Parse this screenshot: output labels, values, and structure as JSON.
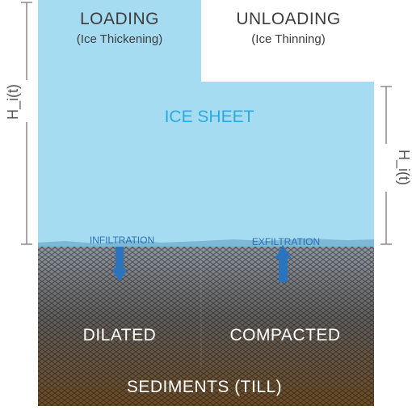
{
  "labels": {
    "loading_title": "LOADING",
    "loading_sub": "(Ice Thickening)",
    "unloading_title": "UNLOADING",
    "unloading_sub": "(Ice Thinning)",
    "ice_sheet": "ICE SHEET",
    "infiltration": "INFILTRATION",
    "exfiltration": "EXFILTRATION",
    "dilated": "DILATED",
    "compacted": "COMPACTED",
    "sediments": "SEDIMENTS (TILL)",
    "height_left": "H_i(t)",
    "height_right": "H_i(t)"
  },
  "colors": {
    "ice": "#a6dcf1",
    "ice_label": "#29abe2",
    "sediment_top": "#7f8c9a",
    "sediment_bottom": "#5b3e1c",
    "arrow": "#2a74bd",
    "bracket": "#8a8a8a"
  }
}
